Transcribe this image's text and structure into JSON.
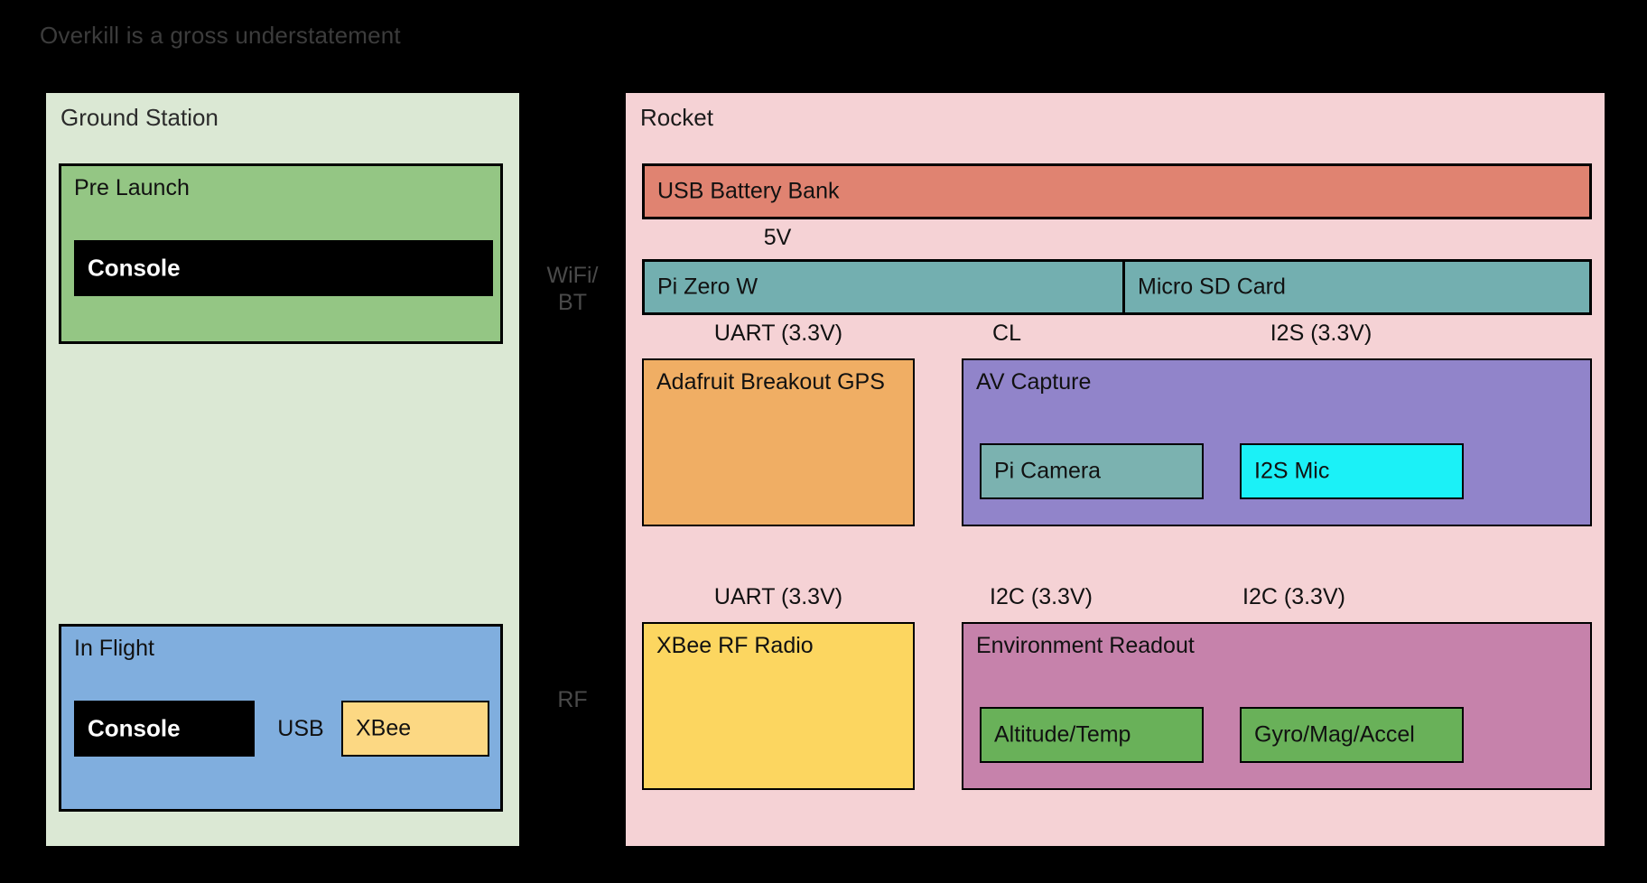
{
  "title": "Overkill is a gross understatement",
  "ground_station": {
    "label": "Ground Station",
    "pre_launch": {
      "label": "Pre Launch",
      "console_label": "Console"
    },
    "in_flight": {
      "label": "In Flight",
      "console_label": "Console",
      "usb_link_label": "USB",
      "xbee_label": "XBee"
    }
  },
  "links": {
    "wifi_bt": "WiFi/\nBT",
    "wifi_bt_line1": "WiFi/",
    "wifi_bt_line2": "BT",
    "rf": "RF"
  },
  "rocket": {
    "label": "Rocket",
    "usb_battery_bank": "USB Battery Bank",
    "power_link": "5V",
    "pi_zero_w": "Pi Zero W",
    "micro_sd_card": "Micro SD Card",
    "link_uart_gps": "UART (3.3V)",
    "link_cl": "CL",
    "link_i2s": "I2S (3.3V)",
    "adafruit_gps": "Adafruit Breakout GPS",
    "av_capture": {
      "label": "AV Capture",
      "pi_camera": "Pi Camera",
      "i2s_mic": "I2S Mic"
    },
    "link_uart_xbee": "UART (3.3V)",
    "link_i2c_a": "I2C (3.3V)",
    "link_i2c_b": "I2C (3.3V)",
    "xbee_rf_radio": "XBee RF Radio",
    "environment_readout": {
      "label": "Environment Readout",
      "altitude_temp": "Altitude/Temp",
      "gyro_mag_accel": "Gyro/Mag/Accel"
    }
  },
  "colors": {
    "background": "#000000",
    "ground_station_bg": "#dbe8d4",
    "pre_launch_bg": "#94c684",
    "in_flight_bg": "#80aede",
    "console_bg": "#000000",
    "xbee_bg": "#fcd883",
    "rocket_bg": "#f5d2d5",
    "battery_bg": "#e08371",
    "pi_zero_bg": "#73afb0",
    "gps_bg": "#f0ae64",
    "av_capture_bg": "#9184ca",
    "pi_camera_bg": "#7bb2b0",
    "i2s_mic_bg": "#1bf1f7",
    "xbee_radio_bg": "#fcd660",
    "environment_bg": "#c682ab",
    "sensor_bg": "#69b159"
  }
}
